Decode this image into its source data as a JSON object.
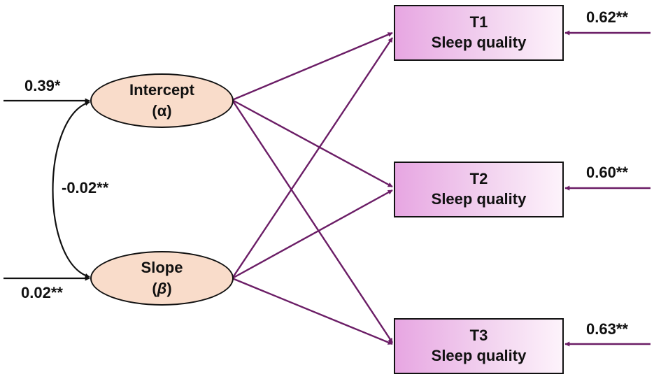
{
  "latents": {
    "intercept": {
      "name": "Intercept",
      "symbol": "(α)"
    },
    "slope": {
      "name": "Slope",
      "symbol_open": "(",
      "symbol": "β",
      "symbol_close": ")"
    }
  },
  "observed": [
    {
      "time": "T1",
      "label": "Sleep quality",
      "residual": "0.62**"
    },
    {
      "time": "T2",
      "label": "Sleep quality",
      "residual": "0.60**"
    },
    {
      "time": "T3",
      "label": "Sleep quality",
      "residual": "0.63**"
    }
  ],
  "variances": {
    "intercept": "0.39*",
    "slope": "0.02**"
  },
  "covariance": "-0.02**",
  "colors": {
    "path": "#6b1d66",
    "variance_arrow": "#111111",
    "latent_fill": "#f9dcca",
    "observed_fill_start": "#e7a6e2",
    "observed_fill_end": "#fdf3fb"
  }
}
